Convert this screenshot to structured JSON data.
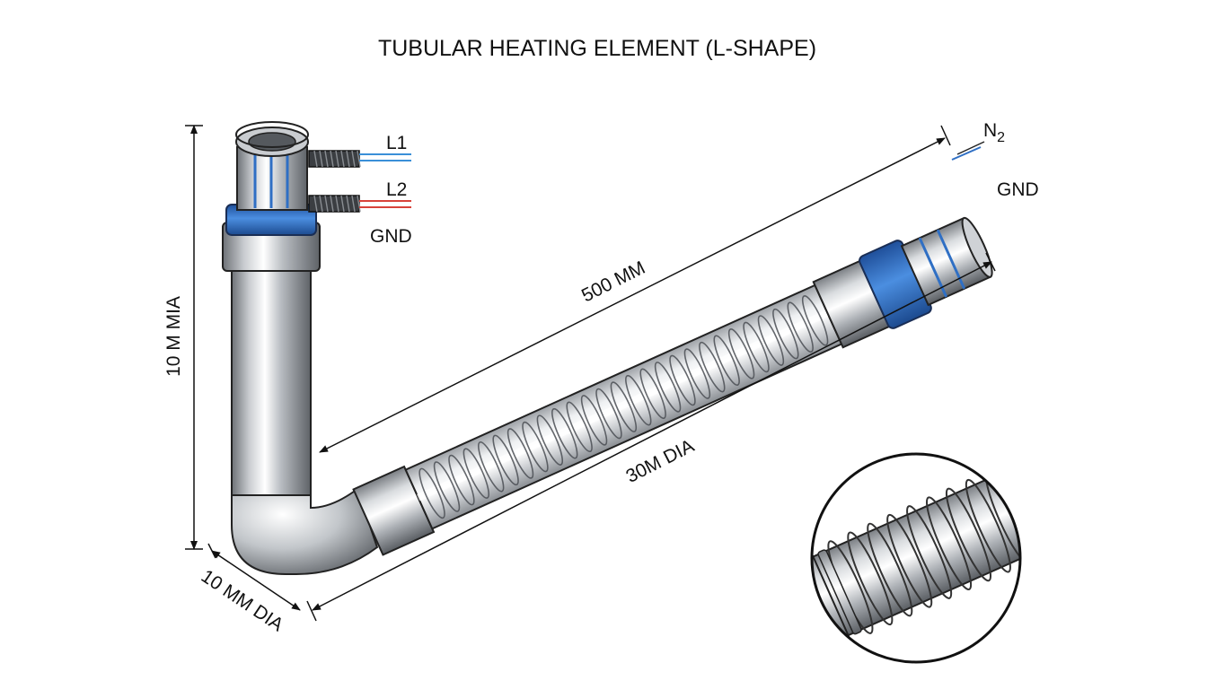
{
  "title": "TUBULAR HEATING ELEMENT (L-SHAPE)",
  "labels": {
    "l1": "L1",
    "l2": "L2",
    "gnd_left": "GND",
    "n2": "N2",
    "gnd_right": "GND",
    "length": "500 MM",
    "dia_long": "30M DIA",
    "vertical": "10 M MIA",
    "dia_bend": "10 MM DIA"
  },
  "colors": {
    "accent_blue": "#2f6fc4",
    "wire_blue": "#3a8fd8",
    "wire_red": "#d8423a",
    "steel_dark": "#6f7378",
    "steel_light": "#f2f3f4",
    "outline": "#222222"
  }
}
